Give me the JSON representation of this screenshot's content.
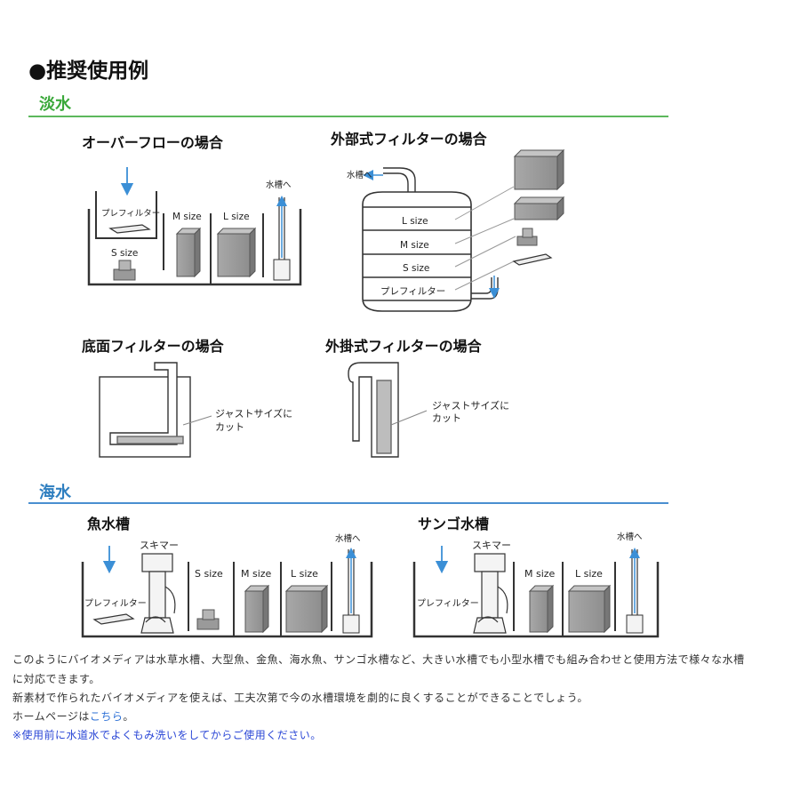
{
  "title": "●推奨使用例",
  "freshwater": {
    "heading": "淡水",
    "overflow": {
      "title": "オーバーフローの場合",
      "prefilter": "プレフィルター",
      "s_size": "S size",
      "m_size": "M size",
      "l_size": "L size",
      "to_tank": "水槽へ"
    },
    "external": {
      "title": "外部式フィルターの場合",
      "to_tank": "水槽へ",
      "l_size": "L size",
      "m_size": "M size",
      "s_size": "S size",
      "prefilter": "プレフィルター"
    },
    "bottom": {
      "title": "底面フィルターの場合",
      "note_line1": "ジャストサイズに",
      "note_line2": "カット"
    },
    "hangon": {
      "title": "外掛式フィルターの場合",
      "note_line1": "ジャストサイズに",
      "note_line2": "カット"
    }
  },
  "saltwater": {
    "heading": "海水",
    "fish": {
      "title": "魚水槽",
      "skimmer": "スキマー",
      "prefilter": "プレフィルター",
      "s_size": "S size",
      "m_size": "M size",
      "l_size": "L size",
      "to_tank": "水槽へ"
    },
    "coral": {
      "title": "サンゴ水槽",
      "skimmer": "スキマー",
      "prefilter": "プレフィルター",
      "m_size": "M size",
      "l_size": "L size",
      "to_tank": "水槽へ"
    }
  },
  "description": {
    "line1": "このようにバイオメディアは水草水槽、大型魚、金魚、海水魚、サンゴ水槽など、大きい水槽でも小型水槽でも組み合わせと使用方法で様々な水槽",
    "line2": "に対応できます。",
    "line3": "新素材で作られたバイオメディアを使えば、工夫次第で今の水槽環境を劇的に良くすることができることでしょう。",
    "line4_prefix": "ホームページは",
    "line4_link": "こちら",
    "line4_suffix": "。",
    "line5": "※使用前に水道水でよくもみ洗いをしてからご使用ください。"
  },
  "colors": {
    "freshwater_accent": "#3aa83a",
    "saltwater_accent": "#2f7fc0",
    "arrow_blue": "#3b8fd6",
    "media_gray": "#9a9a9a",
    "link_blue": "#2b6fd6"
  }
}
